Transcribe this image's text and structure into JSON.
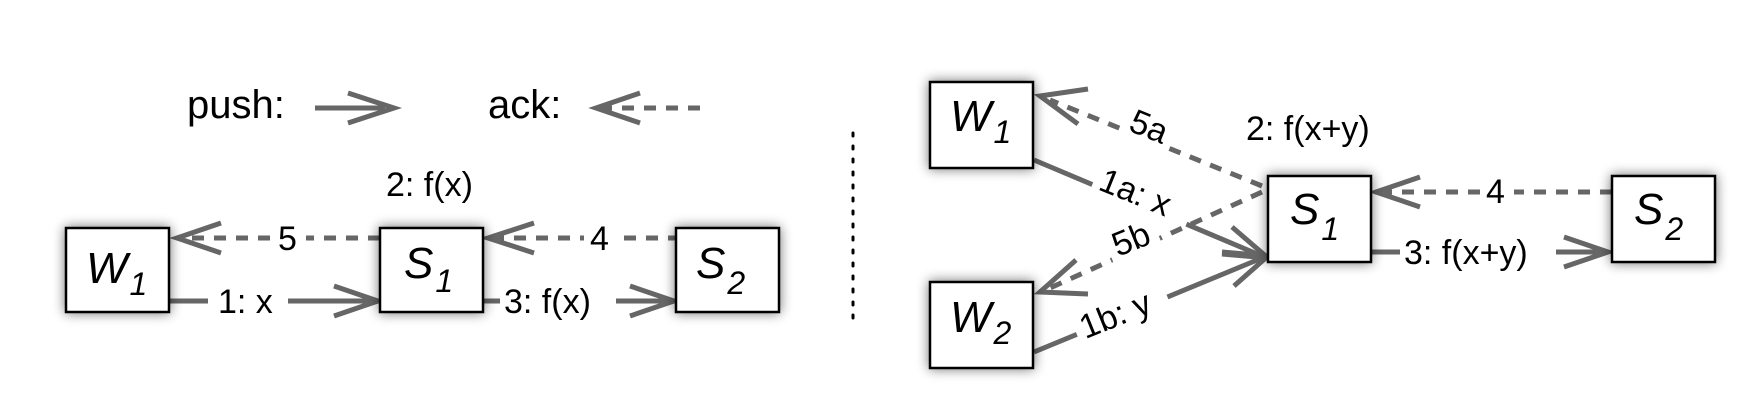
{
  "legend": {
    "push_label": "push:",
    "ack_label": "ack:"
  },
  "left": {
    "nodes": {
      "w1": {
        "letter": "W",
        "sub": "1"
      },
      "s1": {
        "letter": "S",
        "sub": "1"
      },
      "s2": {
        "letter": "S",
        "sub": "2"
      }
    },
    "edges": {
      "push_w1_s1": "1: x",
      "push_s1_s2": "3: f(x)",
      "ack_s2_s1": "4",
      "ack_s1_w1": "5"
    },
    "annotation": "2: f(x)"
  },
  "right": {
    "nodes": {
      "w1": {
        "letter": "W",
        "sub": "1"
      },
      "w2": {
        "letter": "W",
        "sub": "2"
      },
      "s1": {
        "letter": "S",
        "sub": "1"
      },
      "s2": {
        "letter": "S",
        "sub": "2"
      }
    },
    "edges": {
      "push_w1_s1": "1a: x",
      "push_w2_s1": "1b: y",
      "push_s1_s2": "3: f(x+y)",
      "ack_s2_s1": "4",
      "ack_s1_w1": "5a",
      "ack_s1_w2": "5b"
    },
    "annotation": "2: f(x+y)"
  },
  "colors": {
    "edge": "#666666",
    "box_stroke": "#000000",
    "background": "#ffffff"
  }
}
